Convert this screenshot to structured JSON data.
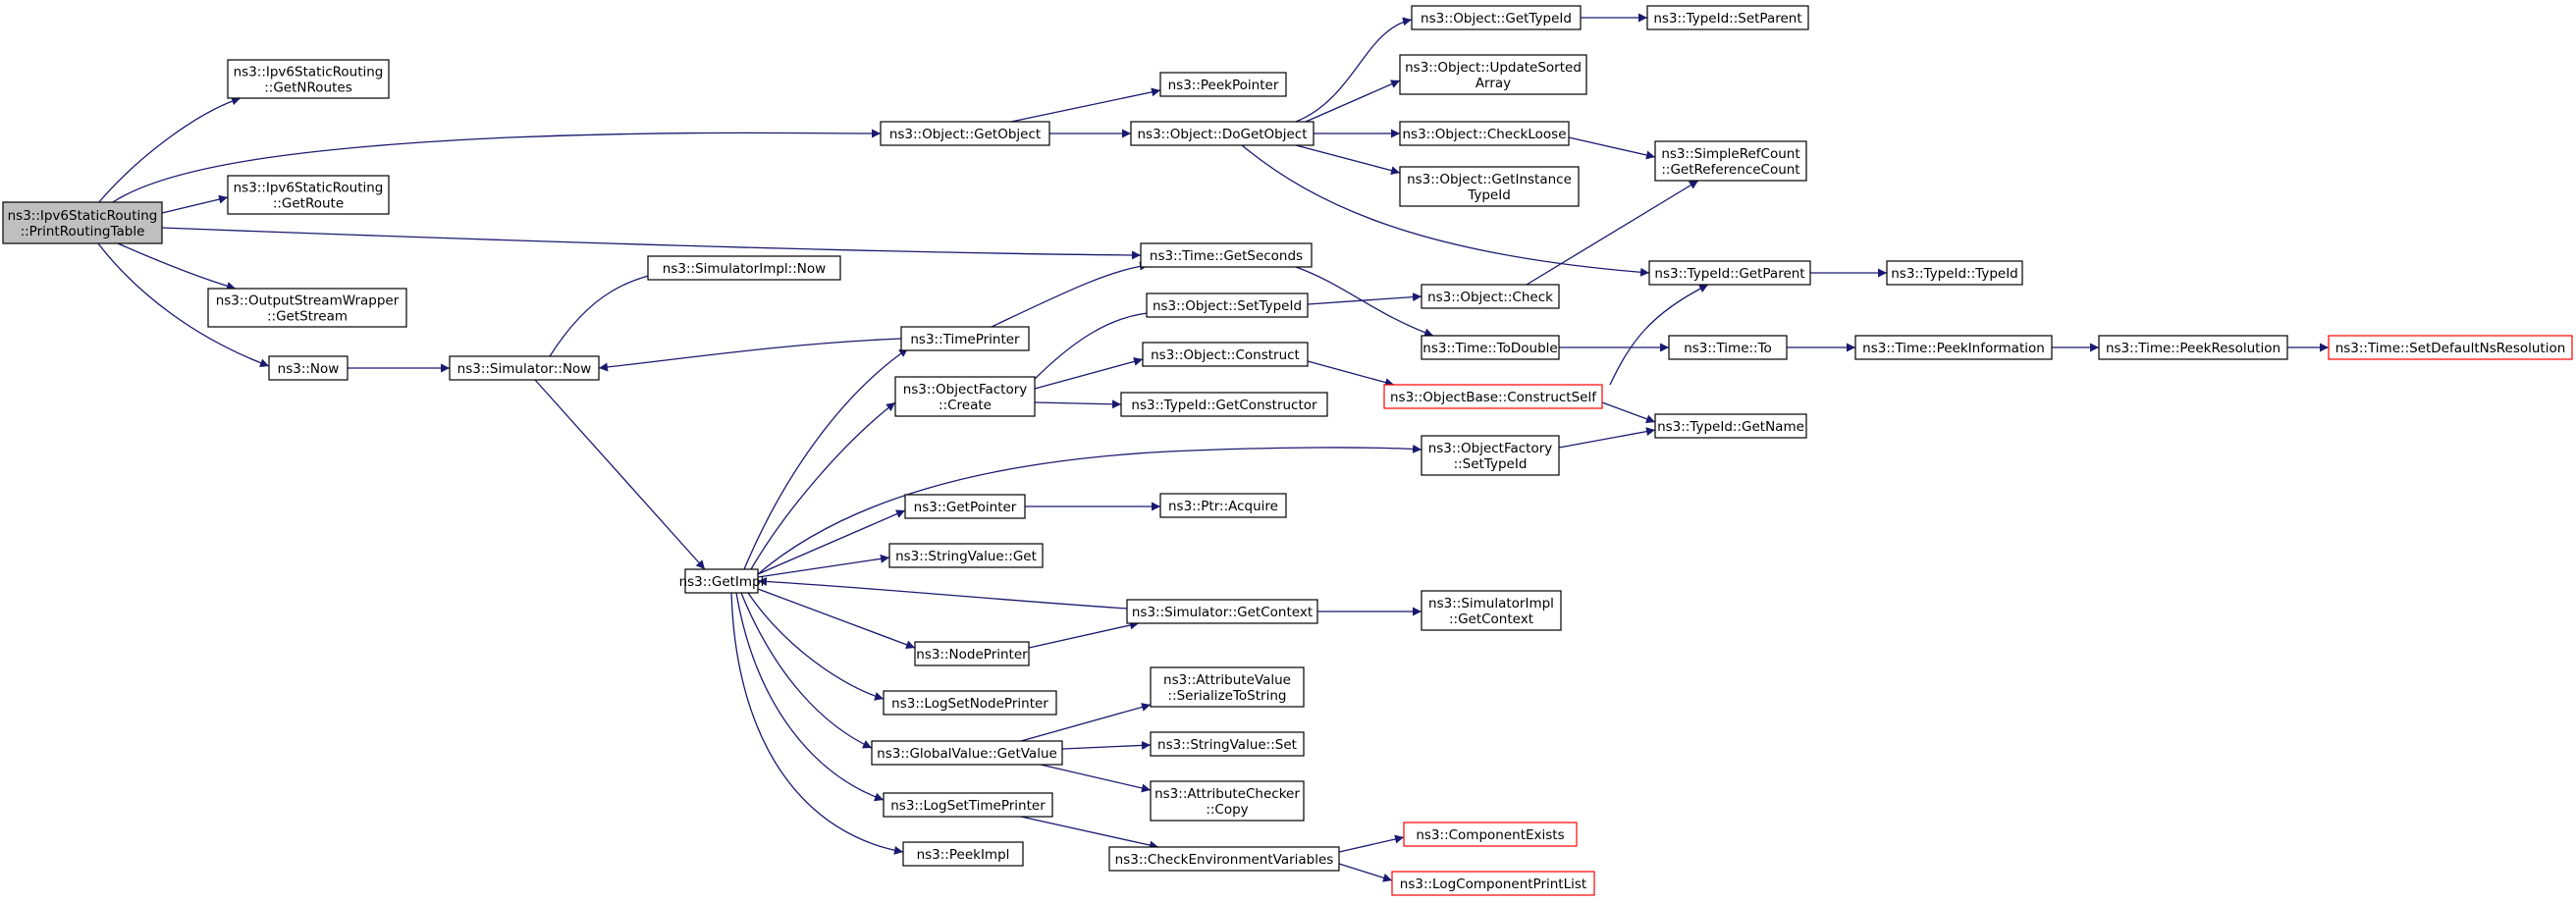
{
  "diagram": {
    "colors": {
      "edge": "#191970",
      "node_border": "#000000",
      "node_fill": "#ffffff",
      "root_fill": "#bfbfbf",
      "truncated_border": "#ff0000"
    },
    "nodes": [
      {
        "id": "root",
        "lines": [
          "ns3::Ipv6StaticRouting",
          "::PrintRoutingTable"
        ],
        "style": "root"
      },
      {
        "id": "getnroutes",
        "lines": [
          "ns3::Ipv6StaticRouting",
          "::GetNRoutes"
        ]
      },
      {
        "id": "getroute",
        "lines": [
          "ns3::Ipv6StaticRouting",
          "::GetRoute"
        ]
      },
      {
        "id": "getstream",
        "lines": [
          "ns3::OutputStreamWrapper",
          "::GetStream"
        ]
      },
      {
        "id": "now",
        "lines": [
          "ns3::Now"
        ]
      },
      {
        "id": "simnow",
        "lines": [
          "ns3::Simulator::Now"
        ]
      },
      {
        "id": "simimplnow",
        "lines": [
          "ns3::SimulatorImpl::Now"
        ]
      },
      {
        "id": "getimpl",
        "lines": [
          "ns3::GetImpl"
        ]
      },
      {
        "id": "getobject",
        "lines": [
          "ns3::Object::GetObject"
        ]
      },
      {
        "id": "peekpointer",
        "lines": [
          "ns3::PeekPointer"
        ]
      },
      {
        "id": "dogetobject",
        "lines": [
          "ns3::Object::DoGetObject"
        ]
      },
      {
        "id": "gettypeid",
        "lines": [
          "ns3::Object::GetTypeId"
        ]
      },
      {
        "id": "setparent",
        "lines": [
          "ns3::TypeId::SetParent"
        ]
      },
      {
        "id": "updatesorted",
        "lines": [
          "ns3::Object::UpdateSorted",
          "Array"
        ]
      },
      {
        "id": "checkloose",
        "lines": [
          "ns3::Object::CheckLoose"
        ]
      },
      {
        "id": "getinstance",
        "lines": [
          "ns3::Object::GetInstance",
          "TypeId"
        ]
      },
      {
        "id": "getrefcount",
        "lines": [
          "ns3::SimpleRefCount",
          "::GetReferenceCount"
        ]
      },
      {
        "id": "getseconds",
        "lines": [
          "ns3::Time::GetSeconds"
        ]
      },
      {
        "id": "getparent",
        "lines": [
          "ns3::TypeId::GetParent"
        ]
      },
      {
        "id": "typeidtypeid",
        "lines": [
          "ns3::TypeId::TypeId"
        ]
      },
      {
        "id": "timeprinter",
        "lines": [
          "ns3::TimePrinter"
        ]
      },
      {
        "id": "settypeid",
        "lines": [
          "ns3::Object::SetTypeId"
        ]
      },
      {
        "id": "objcheck",
        "lines": [
          "ns3::Object::Check"
        ]
      },
      {
        "id": "objfactcreate",
        "lines": [
          "ns3::ObjectFactory",
          "::Create"
        ]
      },
      {
        "id": "objconstruct",
        "lines": [
          "ns3::Object::Construct"
        ]
      },
      {
        "id": "todouble",
        "lines": [
          "ns3::Time::ToDouble"
        ]
      },
      {
        "id": "timeto",
        "lines": [
          "ns3::Time::To"
        ]
      },
      {
        "id": "peekinfo",
        "lines": [
          "ns3::Time::PeekInformation"
        ]
      },
      {
        "id": "peekres",
        "lines": [
          "ns3::Time::PeekResolution"
        ]
      },
      {
        "id": "setdefaultres",
        "lines": [
          "ns3::Time::SetDefaultNsResolution"
        ],
        "style": "truncated"
      },
      {
        "id": "constructself",
        "lines": [
          "ns3::ObjectBase::ConstructSelf"
        ],
        "style": "truncated"
      },
      {
        "id": "getconstructor",
        "lines": [
          "ns3::TypeId::GetConstructor"
        ]
      },
      {
        "id": "getname",
        "lines": [
          "ns3::TypeId::GetName"
        ]
      },
      {
        "id": "objfactsettypeid",
        "lines": [
          "ns3::ObjectFactory",
          "::SetTypeId"
        ]
      },
      {
        "id": "getpointer",
        "lines": [
          "ns3::GetPointer"
        ]
      },
      {
        "id": "ptracquire",
        "lines": [
          "ns3::Ptr::Acquire"
        ]
      },
      {
        "id": "stringvalueget",
        "lines": [
          "ns3::StringValue::Get"
        ]
      },
      {
        "id": "simgetcontext",
        "lines": [
          "ns3::Simulator::GetContext"
        ]
      },
      {
        "id": "simimplgetcontext",
        "lines": [
          "ns3::SimulatorImpl",
          "::GetContext"
        ]
      },
      {
        "id": "nodeprinter",
        "lines": [
          "ns3::NodePrinter"
        ]
      },
      {
        "id": "logsetnodeprinter",
        "lines": [
          "ns3::LogSetNodePrinter"
        ]
      },
      {
        "id": "attrserialize",
        "lines": [
          "ns3::AttributeValue",
          "::SerializeToString"
        ]
      },
      {
        "id": "globalvalueget",
        "lines": [
          "ns3::GlobalValue::GetValue"
        ]
      },
      {
        "id": "stringvalueset",
        "lines": [
          "ns3::StringValue::Set"
        ]
      },
      {
        "id": "attrcheckercopy",
        "lines": [
          "ns3::AttributeChecker",
          "::Copy"
        ]
      },
      {
        "id": "logsettimeprinter",
        "lines": [
          "ns3::LogSetTimePrinter"
        ]
      },
      {
        "id": "peekimpl",
        "lines": [
          "ns3::PeekImpl"
        ]
      },
      {
        "id": "checkenv",
        "lines": [
          "ns3::CheckEnvironmentVariables"
        ]
      },
      {
        "id": "componentexists",
        "lines": [
          "ns3::ComponentExists"
        ],
        "style": "truncated"
      },
      {
        "id": "logcomponentprint",
        "lines": [
          "ns3::LogComponentPrintList"
        ],
        "style": "truncated"
      }
    ],
    "edges": [
      [
        "root",
        "getnroutes"
      ],
      [
        "root",
        "getobject"
      ],
      [
        "root",
        "getroute"
      ],
      [
        "root",
        "getseconds"
      ],
      [
        "root",
        "getstream"
      ],
      [
        "root",
        "now"
      ],
      [
        "now",
        "simnow"
      ],
      [
        "simnow",
        "simimplnow"
      ],
      [
        "simnow",
        "getimpl"
      ],
      [
        "timeprinter",
        "simnow"
      ],
      [
        "getobject",
        "peekpointer"
      ],
      [
        "getobject",
        "dogetobject"
      ],
      [
        "dogetobject",
        "gettypeid"
      ],
      [
        "dogetobject",
        "updatesorted"
      ],
      [
        "dogetobject",
        "checkloose"
      ],
      [
        "dogetobject",
        "getinstance"
      ],
      [
        "dogetobject",
        "getparent"
      ],
      [
        "gettypeid",
        "setparent"
      ],
      [
        "checkloose",
        "getrefcount"
      ],
      [
        "objcheck",
        "getrefcount"
      ],
      [
        "getparent",
        "typeidtypeid"
      ],
      [
        "getseconds",
        "todouble"
      ],
      [
        "timeprinter",
        "getseconds"
      ],
      [
        "objfactcreate",
        "settypeid"
      ],
      [
        "objfactcreate",
        "objconstruct"
      ],
      [
        "objfactcreate",
        "getconstructor"
      ],
      [
        "settypeid",
        "objcheck"
      ],
      [
        "objconstruct",
        "constructself"
      ],
      [
        "constructself",
        "getparent"
      ],
      [
        "constructself",
        "getname"
      ],
      [
        "todouble",
        "timeto"
      ],
      [
        "timeto",
        "peekinfo"
      ],
      [
        "peekinfo",
        "peekres"
      ],
      [
        "peekres",
        "setdefaultres"
      ],
      [
        "objfactsettypeid",
        "getname"
      ],
      [
        "getimpl",
        "timeprinter"
      ],
      [
        "getimpl",
        "objfactcreate"
      ],
      [
        "getimpl",
        "objfactsettypeid"
      ],
      [
        "getimpl",
        "getpointer"
      ],
      [
        "getimpl",
        "stringvalueget"
      ],
      [
        "getimpl",
        "nodeprinter"
      ],
      [
        "getimpl",
        "logsetnodeprinter"
      ],
      [
        "getimpl",
        "globalvalueget"
      ],
      [
        "getimpl",
        "logsettimeprinter"
      ],
      [
        "getimpl",
        "peekimpl"
      ],
      [
        "getpointer",
        "ptracquire"
      ],
      [
        "simgetcontext",
        "getimpl"
      ],
      [
        "simgetcontext",
        "simimplgetcontext"
      ],
      [
        "nodeprinter",
        "simgetcontext"
      ],
      [
        "globalvalueget",
        "attrserialize"
      ],
      [
        "globalvalueget",
        "stringvalueset"
      ],
      [
        "globalvalueget",
        "attrcheckercopy"
      ],
      [
        "logsettimeprinter",
        "checkenv"
      ],
      [
        "checkenv",
        "componentexists"
      ],
      [
        "checkenv",
        "logcomponentprint"
      ]
    ]
  }
}
